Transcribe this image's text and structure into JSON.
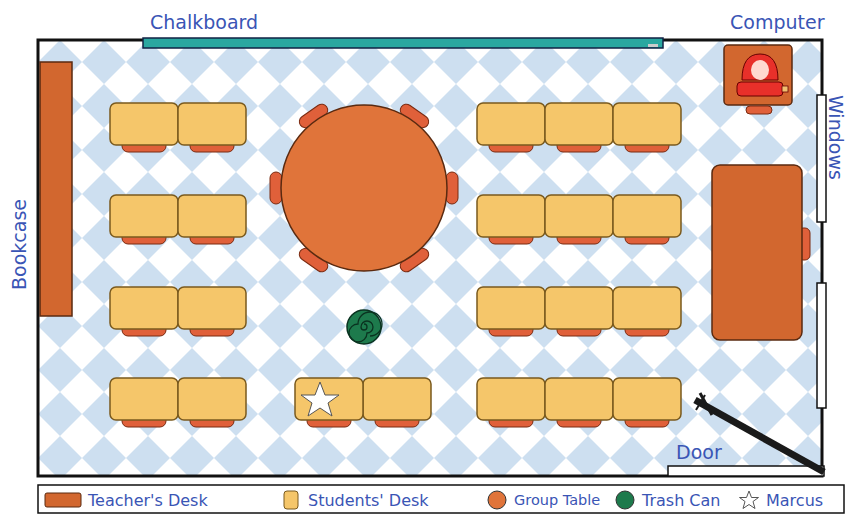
{
  "diagram": {
    "labels": [
      "Chalkboard",
      "Computer",
      "Windows",
      "Bookcase",
      "Door"
    ],
    "legend": [
      {
        "text": "Teacher's Desk",
        "color": "#d2672f"
      },
      {
        "text": "Students' Desk",
        "color": "#f5c66a"
      },
      {
        "text": "Group Table",
        "color": "#e0743a"
      },
      {
        "text": "Trash Can",
        "color": "#1d7a4c"
      },
      {
        "text": "Marcus"
      }
    ]
  }
}
